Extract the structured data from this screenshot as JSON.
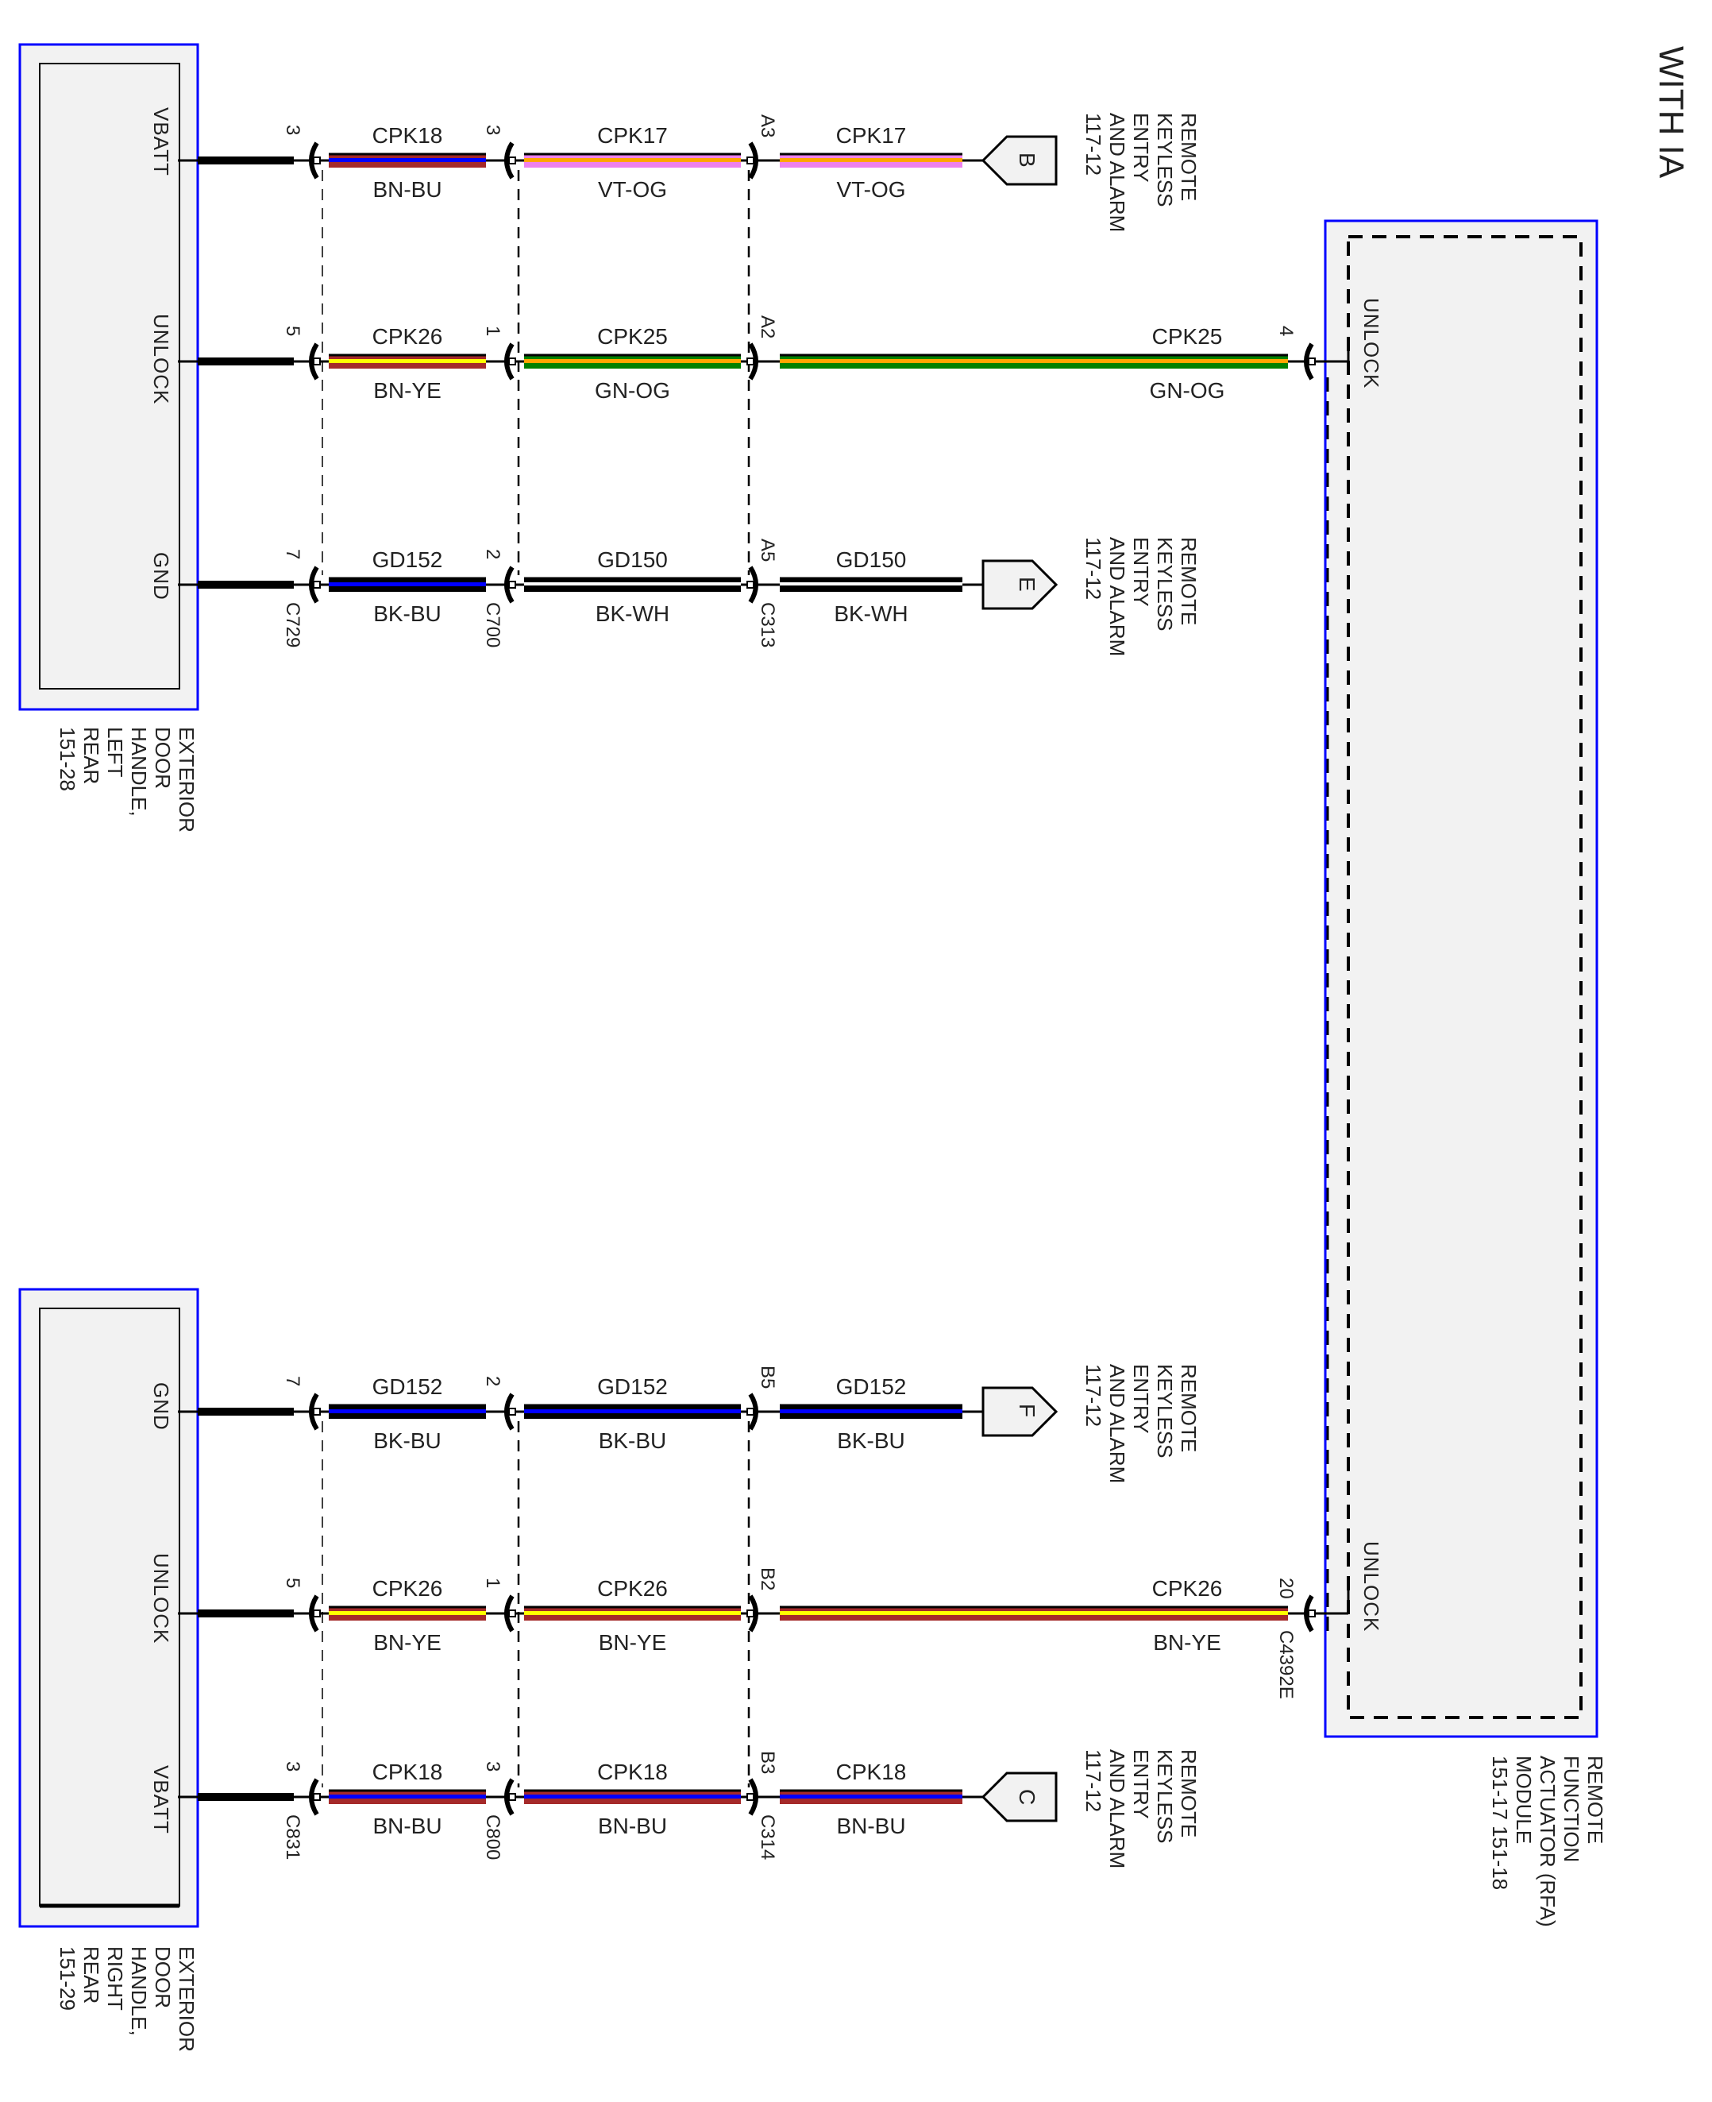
{
  "title": "WITH IA",
  "colors": {
    "module_border": "#0000ff",
    "module_fill": "#f2f2f2",
    "BN": "#a52a2a",
    "BU": "#0000ff",
    "BK": "#000000",
    "WH": "#ffffff",
    "YE": "#ffff00",
    "GN": "#008000",
    "OG": "#ffa500",
    "VT": "#ee82ee"
  },
  "modules": {
    "left_rear_handle": {
      "name_lines": [
        "EXTERIOR",
        "DOOR",
        "HANDLE,",
        "LEFT",
        "REAR",
        "151-28"
      ],
      "pins": [
        {
          "label": "VBATT",
          "pin": "3"
        },
        {
          "label": "UNLOCK",
          "pin": "5"
        },
        {
          "label": "GND",
          "pin": "7"
        }
      ],
      "connector": "C729"
    },
    "right_rear_handle": {
      "name_lines": [
        "EXTERIOR",
        "DOOR",
        "HANDLE,",
        "RIGHT",
        "REAR",
        "151-29"
      ],
      "pins": [
        {
          "label": "GND",
          "pin": "7"
        },
        {
          "label": "UNLOCK",
          "pin": "5"
        },
        {
          "label": "VBATT",
          "pin": "3"
        }
      ],
      "connector": "C831"
    },
    "rfa": {
      "name_lines": [
        "REMOTE",
        "FUNCTION",
        "ACTUATOR (RFA)",
        "MODULE",
        "151-17   151-18"
      ],
      "pins": [
        {
          "label": "UNLOCK",
          "pin": "4"
        },
        {
          "label": "UNLOCK",
          "pin": "20"
        }
      ],
      "connector": "C4392E"
    }
  },
  "upper_rows": [
    {
      "seg1": {
        "circuit": "CPK18",
        "color": "BN-BU"
      },
      "mid_pin": "3",
      "seg2": {
        "circuit": "CPK17",
        "color": "VT-OG"
      },
      "inline_pin": "A3",
      "seg3": {
        "circuit": "CPK17",
        "color": "VT-OG"
      },
      "end": {
        "type": "ref",
        "letter": "B",
        "ref_lines": [
          "REMOTE",
          "KEYLESS",
          "ENTRY",
          "AND ALARM",
          "117-12"
        ]
      }
    },
    {
      "seg1": {
        "circuit": "CPK26",
        "color": "BN-YE"
      },
      "mid_pin": "1",
      "seg2": {
        "circuit": "CPK25",
        "color": "GN-OG"
      },
      "inline_pin": "A2",
      "seg3": {
        "circuit": "CPK25",
        "color": "GN-OG"
      },
      "end": {
        "type": "module",
        "pin": "4"
      }
    },
    {
      "seg1": {
        "circuit": "GD152",
        "color": "BK-BU"
      },
      "mid_pin": "2",
      "seg2": {
        "circuit": "GD150",
        "color": "BK-WH"
      },
      "inline_pin": "A5",
      "seg3": {
        "circuit": "GD150",
        "color": "BK-WH"
      },
      "end": {
        "type": "ref",
        "letter": "E",
        "ref_lines": [
          "REMOTE",
          "KEYLESS",
          "ENTRY",
          "AND ALARM",
          "117-12"
        ]
      }
    }
  ],
  "upper_connectors": {
    "c1": "C729",
    "c2": "C700",
    "c3": "C313"
  },
  "lower_rows": [
    {
      "seg1": {
        "circuit": "GD152",
        "color": "BK-BU"
      },
      "mid_pin": "2",
      "seg2": {
        "circuit": "GD152",
        "color": "BK-BU"
      },
      "inline_pin": "B5",
      "seg3": {
        "circuit": "GD152",
        "color": "BK-BU"
      },
      "end": {
        "type": "ref",
        "letter": "F",
        "ref_lines": [
          "REMOTE",
          "KEYLESS",
          "ENTRY",
          "AND ALARM",
          "117-12"
        ]
      }
    },
    {
      "seg1": {
        "circuit": "CPK26",
        "color": "BN-YE"
      },
      "mid_pin": "1",
      "seg2": {
        "circuit": "CPK26",
        "color": "BN-YE"
      },
      "inline_pin": "B2",
      "seg3": {
        "circuit": "CPK26",
        "color": "BN-YE"
      },
      "end": {
        "type": "module",
        "pin": "20"
      }
    },
    {
      "seg1": {
        "circuit": "CPK18",
        "color": "BN-BU"
      },
      "mid_pin": "3",
      "seg2": {
        "circuit": "CPK18",
        "color": "BN-BU"
      },
      "inline_pin": "B3",
      "seg3": {
        "circuit": "CPK18",
        "color": "BN-BU"
      },
      "end": {
        "type": "ref",
        "letter": "C",
        "ref_lines": [
          "REMOTE",
          "KEYLESS",
          "ENTRY",
          "AND ALARM",
          "117-12"
        ]
      }
    }
  ],
  "lower_connectors": {
    "c1": "C831",
    "c2": "C800",
    "c3": "C314"
  }
}
